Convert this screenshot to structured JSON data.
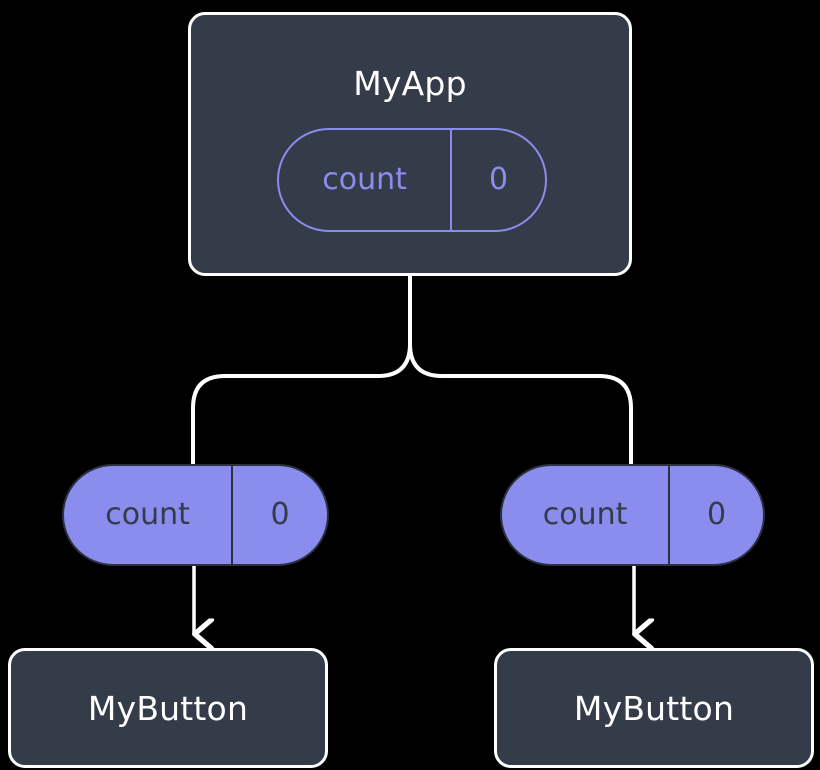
{
  "diagram": {
    "title": "MyApp component tree with count state passed to MyButton children",
    "background_color": "#000000",
    "colors": {
      "box_fill": "#343b49",
      "box_border": "#ffffff",
      "accent": "#8a8dee",
      "edge": "#ffffff",
      "dark_text": "#343b49",
      "light_text": "#ffffff"
    }
  },
  "root": {
    "label": "MyApp",
    "state": {
      "key": "count",
      "value": "0"
    }
  },
  "branches": [
    {
      "prop": {
        "key": "count",
        "value": "0"
      },
      "child": {
        "label": "MyButton"
      }
    },
    {
      "prop": {
        "key": "count",
        "value": "0"
      },
      "child": {
        "label": "MyButton"
      }
    }
  ],
  "edges": {
    "fork_from_root": "vertical stem then split to two children",
    "arrow_left": "prop pill to MyButton",
    "arrow_right": "prop pill to MyButton"
  }
}
